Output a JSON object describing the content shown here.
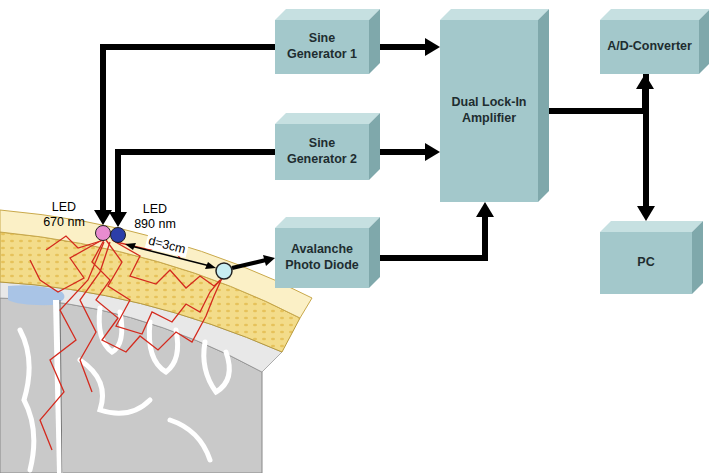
{
  "diagram": {
    "nodes": [
      {
        "text": [
          "Sine Generator 1"
        ]
      },
      {
        "text": [
          "Sine Generator 2"
        ]
      },
      {
        "text": [
          "Avalanche Photo Diode"
        ]
      },
      {
        "text": [
          "Dual Lock-In Amplifier"
        ]
      },
      {
        "text": [
          "A/D-Converter"
        ]
      },
      {
        "text": [
          "PC"
        ]
      },
      {
        "text": [
          "LED 670 nm"
        ]
      },
      {
        "text": [
          "LED 890 nm"
        ]
      }
    ],
    "edges": [
      {
        "from": 0,
        "to": 6,
        "arrow": "to"
      },
      {
        "from": 1,
        "to": 7,
        "arrow": "to"
      },
      {
        "from": 0,
        "to": 3,
        "arrow": "to"
      },
      {
        "from": 1,
        "to": 3,
        "arrow": "to"
      },
      {
        "from": 2,
        "to": 3,
        "arrow": "to"
      },
      {
        "from": 3,
        "to": 4,
        "arrow": "to"
      },
      {
        "from": 4,
        "to": 5,
        "arrow": "to"
      }
    ],
    "labels": [
      "d=3cm"
    ]
  }
}
